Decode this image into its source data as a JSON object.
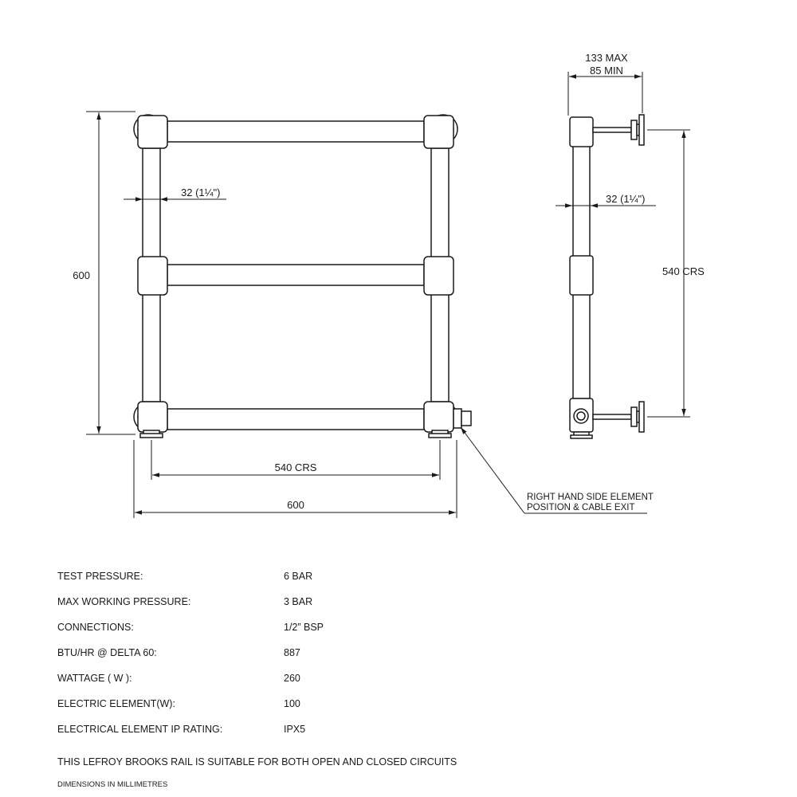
{
  "front_view": {
    "height_label": "600",
    "tube_dia_label": "32 (1¼\")",
    "centres_label": "540 CRS",
    "width_label": "600"
  },
  "side_view": {
    "projection_max_label": "133 MAX",
    "projection_min_label": "85 MIN",
    "tube_dia_label": "32 (1¼\")",
    "centres_label": "540 CRS"
  },
  "callout": {
    "line1": "RIGHT HAND SIDE ELEMENT",
    "line2": "POSITION & CABLE EXIT"
  },
  "specs": [
    {
      "label": "TEST PRESSURE:",
      "value": "6 BAR"
    },
    {
      "label": "MAX WORKING PRESSURE:",
      "value": "3 BAR"
    },
    {
      "label": "CONNECTIONS:",
      "value": "1/2” BSP"
    },
    {
      "label": "BTU/HR @ DELTA 60:",
      "value": "887"
    },
    {
      "label": "WATTAGE ( W ):",
      "value": "260"
    },
    {
      "label": "ELECTRIC ELEMENT(W):",
      "value": "100"
    },
    {
      "label": "ELECTRICAL ELEMENT IP RATING:",
      "value": "IPX5"
    }
  ],
  "footnote": "THIS LEFROY BROOKS RAIL IS SUITABLE FOR BOTH OPEN AND CLOSED CIRCUITS",
  "units_note": "DIMENSIONS IN MILLIMETRES"
}
